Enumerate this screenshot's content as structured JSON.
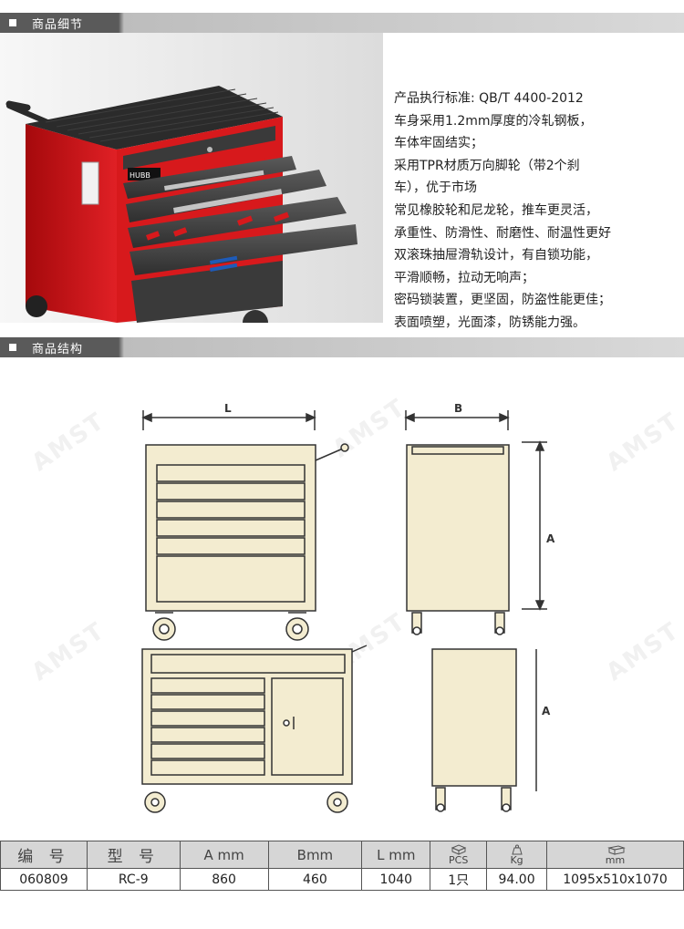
{
  "sections": {
    "details_title": "商品细节",
    "structure_title": "商品结构"
  },
  "watermark": "AMST",
  "photo": {
    "brand_badge": "HUBB"
  },
  "features": [
    "产品执行标准: QB/T 4400-2012",
    "车身采用1.2mm厚度的冷轧钢板，",
    "车体牢固结实；",
    "采用TPR材质万向脚轮（带2个刹",
    "车），优于市场",
    "常见橡胶轮和尼龙轮，推车更灵活，",
    "承重性、防滑性、耐磨性、耐温性更好",
    "双滚珠抽屉滑轨设计，有自锁功能，",
    "平滑顺畅，拉动无响声；",
    "密码锁装置，更坚固，防盗性能更佳；",
    "表面喷塑，光面漆，防锈能力强。"
  ],
  "diagram": {
    "label_L": "L",
    "label_B": "B",
    "label_A": "A",
    "label_A2": "A"
  },
  "table": {
    "headers": [
      "编 号",
      "型 号",
      "A mm",
      "Bmm",
      "L mm",
      "PCS",
      "Kg",
      "mm"
    ],
    "row": [
      "060809",
      "RC-9",
      "860",
      "460",
      "1040",
      "1只",
      "94.00",
      "1095x510x1070"
    ]
  },
  "colors": {
    "cabinet_red": "#d7191c",
    "diagram_fill": "#f3ecd0",
    "header_bar": "#5a5a5a"
  }
}
